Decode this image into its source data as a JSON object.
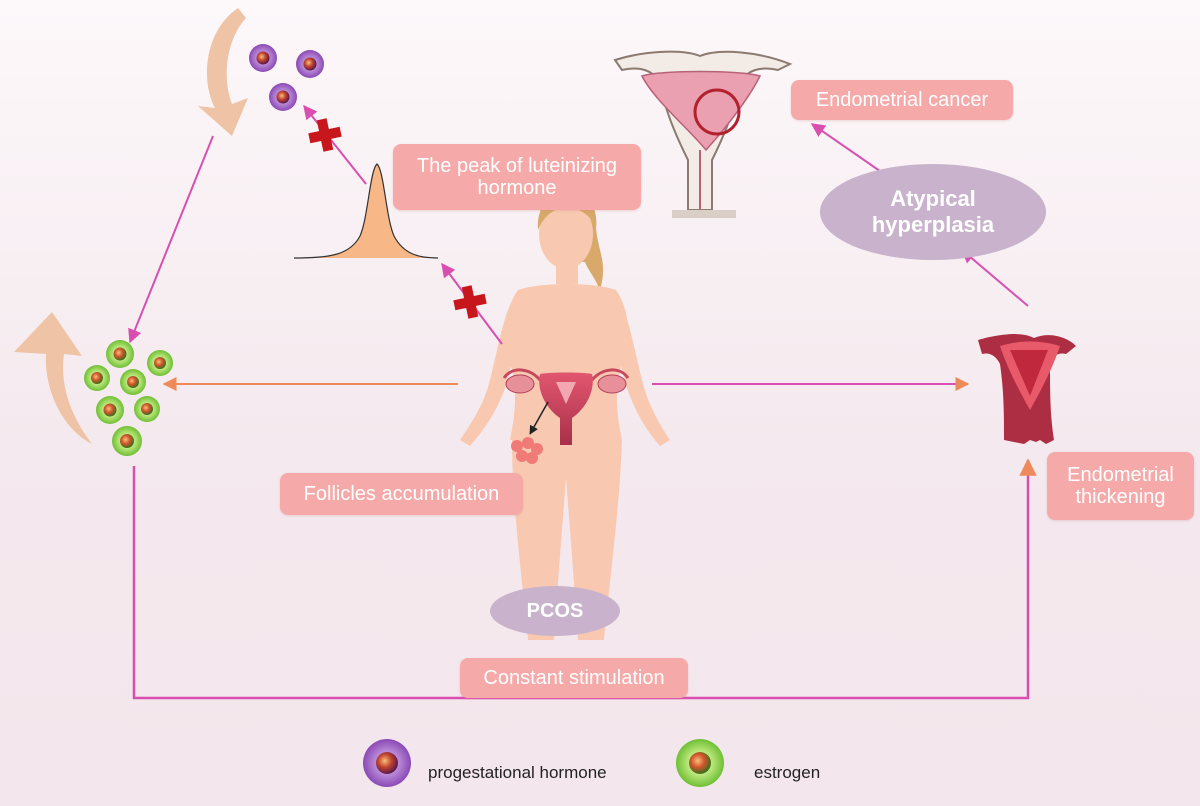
{
  "labels": {
    "lh_peak": "The peak of luteinizing hormone",
    "endometrial_cancer": "Endometrial cancer",
    "atypical_hyperplasia": "Atypical hyperplasia",
    "follicles_accumulation": "Follicles accumulation",
    "endometrial_thickening": "Endometrial thickening",
    "pcos": "PCOS",
    "constant_stimulation": "Constant stimulation"
  },
  "legend": {
    "progestational": "progestational hormone",
    "estrogen": "estrogen"
  },
  "colors": {
    "label_fill": "#f6a9a9",
    "ellipse_fill": "#c9b3cc",
    "magenta_arrow": "#d94fb0",
    "orange_arrow": "#ee8a5a",
    "inhibit_cross": "#c8161d",
    "skin": "#f8c9b0",
    "hair": "#d8a96a",
    "peak_fill": "#f6b07a",
    "progesterone_cell": "#9a5cc0",
    "estrogen_cell": "#8fd14f",
    "big_arrow": "#efc3a6"
  },
  "icons": [
    "inhibition-cross-icon",
    "progesterone-cell-icon",
    "estrogen-cell-icon",
    "uterus-icon",
    "ovary-follicle-icon",
    "lh-peak-curve-icon"
  ]
}
